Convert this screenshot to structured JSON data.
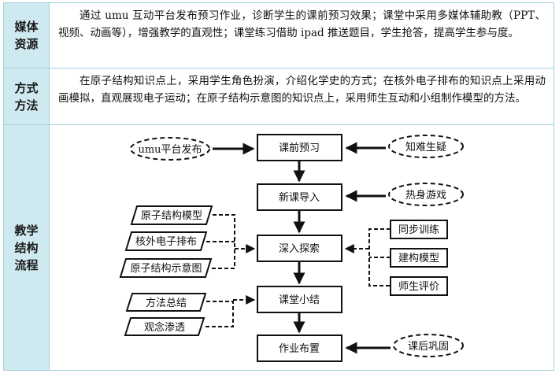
{
  "rows": [
    {
      "label_lines": [
        "媒体",
        "资源"
      ],
      "text": "通过 umu 互动平台发布预习作业，诊断学生的课前预习效果；课堂中采用多媒体辅助教（PPT、视频、动画等），增强教学的直观性；课堂练习借助 ipad 推送题目，学生抢答，提高学生参与度。"
    },
    {
      "label_lines": [
        "方式",
        "方法"
      ],
      "text": "在原子结构知识点上，采用学生角色扮演，介绍化学史的方式；在核外电子排布的知识点上采用动画模拟，直观展现电子运动；在原子结构示意图的知识点上，采用师生互动和小组制作模型的方法。"
    },
    {
      "label_lines": [
        "教学",
        "结构",
        "流程"
      ]
    }
  ],
  "flow": {
    "main_steps": [
      "课前预习",
      "新课导入",
      "深入探索",
      "课堂小结",
      "作业布置"
    ],
    "left_ovals": [
      "umu平台发布"
    ],
    "right_ovals": [
      "知难生疑",
      "热身游戏",
      "课后巩固"
    ],
    "explore_inputs": [
      "原子结构模型",
      "核外电子排布",
      "原子结构示意图"
    ],
    "explore_outputs": [
      "同步训练",
      "建构模型",
      "师生评价"
    ],
    "summary_inputs": [
      "方法总结",
      "观念渗透"
    ]
  },
  "colors": {
    "border": "#9fd1dc",
    "label_bg": "#cfe9f0",
    "line": "#111111"
  }
}
